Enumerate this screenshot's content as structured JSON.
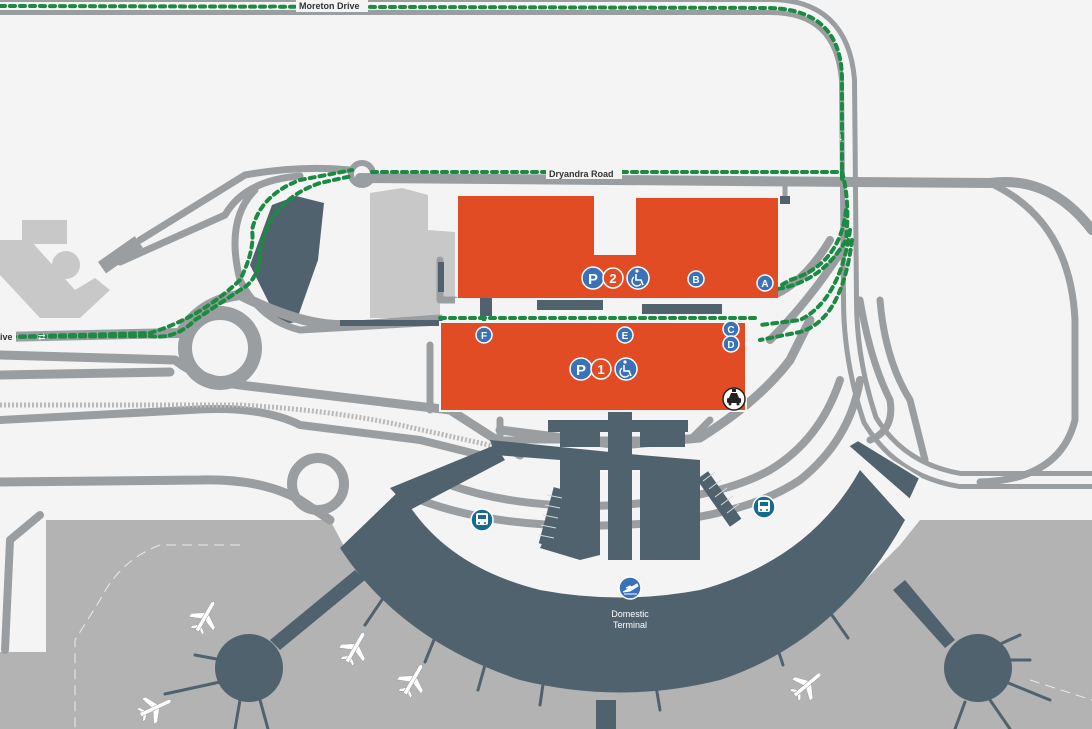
{
  "roads": {
    "moreton": "Moreton Drive",
    "dryandra": "Dryandra Road",
    "left_edge": "ive"
  },
  "arrows": {
    "moreton": "→",
    "right_down": "↓",
    "left_edge": "⇄"
  },
  "carparks": {
    "p2": {
      "p": "P",
      "num": "2"
    },
    "p1": {
      "p": "P",
      "num": "1"
    }
  },
  "markers": [
    "A",
    "B",
    "C",
    "D",
    "E",
    "F"
  ],
  "terminal": {
    "line1": "Domestic",
    "line2": "Terminal"
  },
  "colors": {
    "carpark": "#e24c25",
    "terminal": "#51626f",
    "route": "#1c8a43",
    "marker": "#3a72b9",
    "bus_icon": "#176b8f",
    "road": "#9a9ea1",
    "apron": "#b3b3b3"
  },
  "icons": [
    "wheelchair-icon",
    "taxi-icon",
    "bus-icon",
    "plane-icon"
  ]
}
